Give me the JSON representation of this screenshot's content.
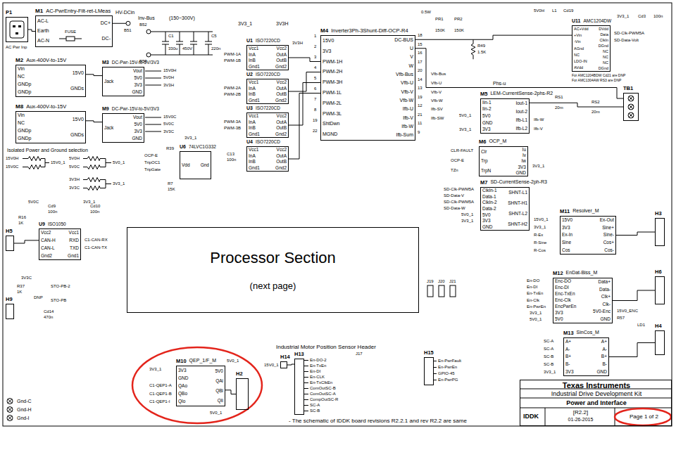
{
  "diagram": {
    "nodes": [
      {
        "text": [
          "M1",
          "AC-PwrEntry-Filt-ret-LMeas",
          "AC-L",
          "Earth",
          "AC-N",
          "DC+",
          "DC-"
        ]
      },
      {
        "text": [
          "M2",
          "Aux-400V-to-15V",
          "Vin",
          "NC",
          "GNDp",
          "GNDp",
          "15V0",
          "GNDs"
        ]
      },
      {
        "text": [
          "M3",
          "DC-Pwr-15V-to-5V/3V3",
          "Jack",
          "Vout",
          "5V0",
          "3V3",
          "GND"
        ]
      },
      {
        "text": [
          "M8",
          "Aux-400V-to-15V",
          "Vin",
          "NC",
          "GNDp",
          "GNDp",
          "15V0",
          "GNDs"
        ]
      },
      {
        "text": [
          "M9",
          "DC-Pwr-15V-to-5V/3V3",
          "Jack",
          "Vout",
          "5V0",
          "3V3",
          "GND"
        ]
      },
      {
        "text": [
          "U1",
          "ISO7220CD",
          "Vcc1",
          "InA",
          "InB",
          "Gnd1",
          "Vcc2",
          "OutA",
          "OutB",
          "Gnd2"
        ]
      },
      {
        "text": [
          "U2",
          "ISO7220CD",
          "Vcc1",
          "InA",
          "InB",
          "Gnd1",
          "Vcc2",
          "OutA",
          "OutB",
          "Gnd2"
        ]
      },
      {
        "text": [
          "U3",
          "ISO7220CD",
          "Vcc1",
          "InA",
          "InB",
          "Gnd1",
          "Vcc2",
          "OutA",
          "OutB",
          "Gnd2"
        ]
      },
      {
        "text": [
          "U4",
          "ISO7220CD",
          "Vcc1",
          "InA",
          "InB",
          "Gnd1",
          "Vcc2",
          "OutA",
          "OutB",
          "Gnd2"
        ]
      },
      {
        "text": [
          "M4",
          "Inverter3Ph-3Shunt-Diff-OCP-R4",
          "15V0",
          "3V3",
          "PWM-1H",
          "PWM-2H",
          "PWM-3H",
          "PWM-1L",
          "PWM-2L",
          "PWM-3L",
          "ShtDwn",
          "MGND",
          "DC-BUS",
          "U",
          "V",
          "W",
          "Vfb-Bus",
          "Vfb-U",
          "Vfb-V",
          "Vfb-W",
          "Ifb-U",
          "Ifb-V",
          "Ifb-W",
          "Ifb-Sum"
        ]
      },
      {
        "text": [
          "U6",
          "74LVC1G332",
          "Vdd",
          "Gnd"
        ]
      },
      {
        "text": [
          "M5",
          "LEM-CurrentSense-2phs-R2",
          "Iin-1",
          "Iin-2",
          "5V0",
          "GND",
          "3V3",
          "Iout-1",
          "Iout-2",
          "Ifb-L1",
          "Ifb-L2"
        ]
      },
      {
        "text": [
          "M6",
          "OCP_M",
          "Clr",
          "Trp",
          "TrpN",
          "Iu",
          "Iv",
          "Iw",
          "3V3",
          "GND"
        ]
      },
      {
        "text": [
          "M7",
          "SD-CurrentSense-2ph-R3",
          "ClkIn-1",
          "Data-1",
          "ClkIn-2",
          "Data-2",
          "5V0",
          "3V3",
          "GND",
          "SHNT-L1",
          "SHNT-H1",
          "SHNT-L2",
          "SHNT-H2"
        ]
      },
      {
        "text": [
          "U11",
          "AMC1204DW",
          "AC+Vdd",
          "+Vin",
          "-Vin",
          "AGnd",
          "NC",
          "LDO-IN",
          "AVdd",
          "DVdd",
          "Data",
          "ClkIn",
          "DGnd",
          "NC",
          "NC",
          "NC",
          "DGnd"
        ]
      },
      {
        "text": [
          "TB1"
        ]
      },
      {
        "text": [
          "M11",
          "Resolver_M",
          "15V0",
          "3V3",
          "Ex-In",
          "Sine",
          "Cos",
          "Ex-Out",
          "Sine+",
          "Sine-",
          "Cos+",
          "Cos-"
        ]
      },
      {
        "text": [
          "H3"
        ]
      },
      {
        "text": [
          "M12",
          "EnDat-Biss_M",
          "Enc-DO",
          "Enc-DI",
          "Enc-TxEn",
          "Enc-Clk",
          "EncPwrEn",
          "3V3",
          "5V0",
          "Data+",
          "Data-",
          "Clk+",
          "Clk-",
          "5V0-Enc",
          "GND"
        ]
      },
      {
        "text": [
          "H6"
        ]
      },
      {
        "text": [
          "M13",
          "SinCos_M",
          "A+",
          "A-",
          "B+",
          "B-",
          "3V3",
          "A+",
          "A-",
          "B+",
          "B-",
          "GND"
        ]
      },
      {
        "text": [
          "H4"
        ]
      },
      {
        "text": [
          "U9",
          "ISO1050",
          "Vcc2",
          "CAN-H",
          "CAN-L",
          "Gnd2",
          "Vcc1",
          "RXD",
          "TXD",
          "Gnd1"
        ]
      },
      {
        "text": [
          "Processor Section",
          "(next page)"
        ]
      },
      {
        "text": [
          "M10",
          "QEP_1/F_M",
          "3V3",
          "GND",
          "QAo",
          "QBo",
          "QIo",
          "5V0",
          "QAi",
          "QBi",
          "QIi"
        ]
      },
      {
        "text": [
          "H2"
        ]
      },
      {
        "text": [
          "H13"
        ]
      },
      {
        "text": [
          "H14"
        ]
      },
      {
        "text": [
          "H15"
        ]
      },
      {
        "text": [
          "Texas Instruments",
          "Industrial Drive Development Kit",
          "Power and Interface",
          "IDDK",
          "[R2.2]",
          "01-26-2015",
          "Page 1 of 2"
        ]
      },
      {
        "text": [
          "P1"
        ]
      },
      {
        "text": [
          "H5"
        ]
      },
      {
        "text": [
          "H9"
        ]
      }
    ],
    "edges": [
      {
        "from": 30,
        "to": 0,
        "arrow": "none"
      },
      {
        "from": 1,
        "to": 2,
        "arrow": "none"
      },
      {
        "from": 3,
        "to": 4,
        "arrow": "none"
      },
      {
        "from": 5,
        "to": 9,
        "arrow": "none"
      },
      {
        "from": 6,
        "to": 9,
        "arrow": "none"
      },
      {
        "from": 7,
        "to": 9,
        "arrow": "none"
      },
      {
        "from": 8,
        "to": 9,
        "arrow": "none"
      },
      {
        "from": 9,
        "to": 14,
        "arrow": "none"
      },
      {
        "from": 9,
        "to": 15,
        "arrow": "none"
      },
      {
        "from": 11,
        "to": 15,
        "arrow": "none"
      },
      {
        "from": 16,
        "to": 17,
        "arrow": "none"
      },
      {
        "from": 18,
        "to": 19,
        "arrow": "none"
      },
      {
        "from": 20,
        "to": 21,
        "arrow": "none"
      },
      {
        "from": 24,
        "to": 25,
        "arrow": "none"
      },
      {
        "from": 22,
        "to": 31,
        "arrow": "none"
      },
      {
        "from": 27,
        "to": 26,
        "arrow": "none"
      }
    ],
    "labels": [
      "AC Pwr Inp",
      "FUSE",
      "HV-DCin",
      "B51",
      "Inv-Bus",
      "B52",
      "B53",
      "(150~300V)",
      "C1",
      "C5",
      "330u",
      "450V",
      "220n",
      "3V3_1",
      "3V3H",
      "0.5W",
      "PR1",
      "PR2",
      "150K",
      "150K",
      "R49",
      "1.5K",
      "5V0H",
      "L1",
      "Cd19",
      "3V3_1",
      "Cd3",
      "100n",
      "SD-Clk-PWM5A",
      "SD-Data-Volt",
      "For AMC1204BDW Cd21 are DNP",
      "For AMC1304AW RS3 are DNP",
      "Phs-u",
      "RS1",
      "20m",
      "RS2",
      "20m",
      "Ifb-W",
      "Ifb-V",
      "5V0_1",
      "3V3_1",
      "CLR-FAULT",
      "OCP-E",
      "TZn",
      "3V3_1",
      "SD-Clk-PWM5A",
      "SD-Data-V",
      "SD-Clk-PWM5A",
      "SD-Data-W",
      "5V0_1",
      "3V3_1",
      "18",
      "15",
      "16",
      "17",
      "20",
      "14",
      "13",
      "19",
      "12",
      "21",
      "11",
      "9",
      "Vfb-Bus",
      "Vfb-U",
      "Vfb-V",
      "Vfb-W",
      "Ifb-SV",
      "Ifb-SW",
      "1",
      "2",
      "3",
      "4",
      "5",
      "6",
      "7",
      "8",
      "19",
      "22",
      "PWM-1A",
      "PWM-1B",
      "PWM-2A",
      "PWM-2B",
      "PWM-3A",
      "PWM-3B",
      "3V3H",
      "OCP-E",
      "TripOC1",
      "TripGate",
      "R39",
      "R7",
      "15K",
      "3V3_1",
      "C13",
      "100n",
      "15V0H",
      "5V0H",
      "3V3H",
      "15V0C",
      "5V0C",
      "3V3C",
      "Isolated Power and Ground selection",
      "15V0H",
      "15V0C",
      "15V0_1",
      "5V0H",
      "5V0C",
      "5V0_1",
      "3V3H",
      "3V3C",
      "3V3_1",
      "5V0C",
      "Cd9",
      "100n",
      "3V3_1",
      "Cd10",
      "100n",
      "R16",
      "1K",
      "C1-CAN-RX",
      "C1-CAN-TX",
      "3V3C",
      "R37",
      "1K",
      "STO-PB-2",
      "DNP",
      "STO-PB",
      "Cd14",
      "470n",
      "J19",
      "J20",
      "J21",
      "15V0_1",
      "3V3_1",
      "R-Ex",
      "R-Sine",
      "R-Cos",
      "En-DO",
      "En-DI",
      "En-TxEn",
      "En-Clk",
      "En-PwrEn",
      "3V3_1",
      "5V0_1",
      "15V0_ENC",
      "R57",
      "LD1",
      "SC-A",
      "SC-A",
      "SC-B",
      "SC-B",
      "3V3_1",
      "Industrial Motor Position Sensor Header",
      "15V0_1",
      "En-DO-2",
      "En-TxEn",
      "En-DI",
      "En-CLK",
      "En-TxClkEn",
      "ComOutSC-B",
      "ComOutSC-A",
      "CompOutSC-R",
      "SC-A",
      "SC-B",
      "J17",
      "En-PwrFault",
      "En-PwrEn",
      "GPIO-45",
      "En-PwrPG",
      "3V3_1",
      "C1-QEP1-A",
      "C1-QEP1-B",
      "C1-QEP1-I",
      "5V0_1",
      "5V0_1",
      "- The schematic of IDDK board revisions R2.2.1 and rev R2.2 are same",
      "Gnd-C",
      "Gnd-H",
      "Gnd-I"
    ]
  }
}
